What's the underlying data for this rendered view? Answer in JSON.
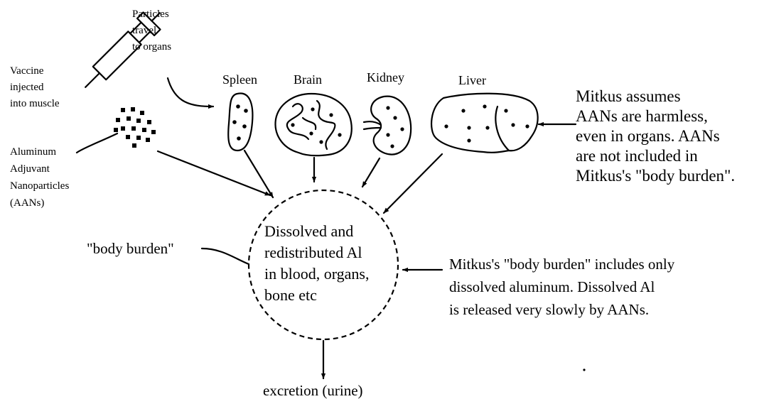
{
  "diagram": {
    "syringe_label": [
      "Vaccine",
      "injected",
      "into muscle"
    ],
    "particles_label": [
      "Particles",
      "travel",
      "to organs"
    ],
    "aan_label": [
      "Aluminum",
      "Adjuvant",
      "Nanoparticles",
      "(AANs)"
    ],
    "organs": [
      {
        "name": "Spleen",
        "icon": "spleen-icon"
      },
      {
        "name": "Brain",
        "icon": "brain-icon"
      },
      {
        "name": "Kidney",
        "icon": "kidney-icon"
      },
      {
        "name": "Liver",
        "icon": "liver-icon"
      }
    ],
    "right_note_1": [
      "Mitkus assumes",
      "AANs are harmless,",
      "even in organs. AANs",
      "are not included in",
      "Mitkus's \"body burden\"."
    ],
    "circle_text": [
      "Dissolved and",
      "redistributed Al",
      "in blood, organs,",
      "bone etc"
    ],
    "body_burden_tag": "\"body burden\"",
    "right_note_2": [
      "Mitkus's \"body burden\" includes only",
      "dissolved aluminum. Dissolved Al",
      "is released very slowly by AANs."
    ],
    "excretion_label": "excretion (urine)"
  }
}
